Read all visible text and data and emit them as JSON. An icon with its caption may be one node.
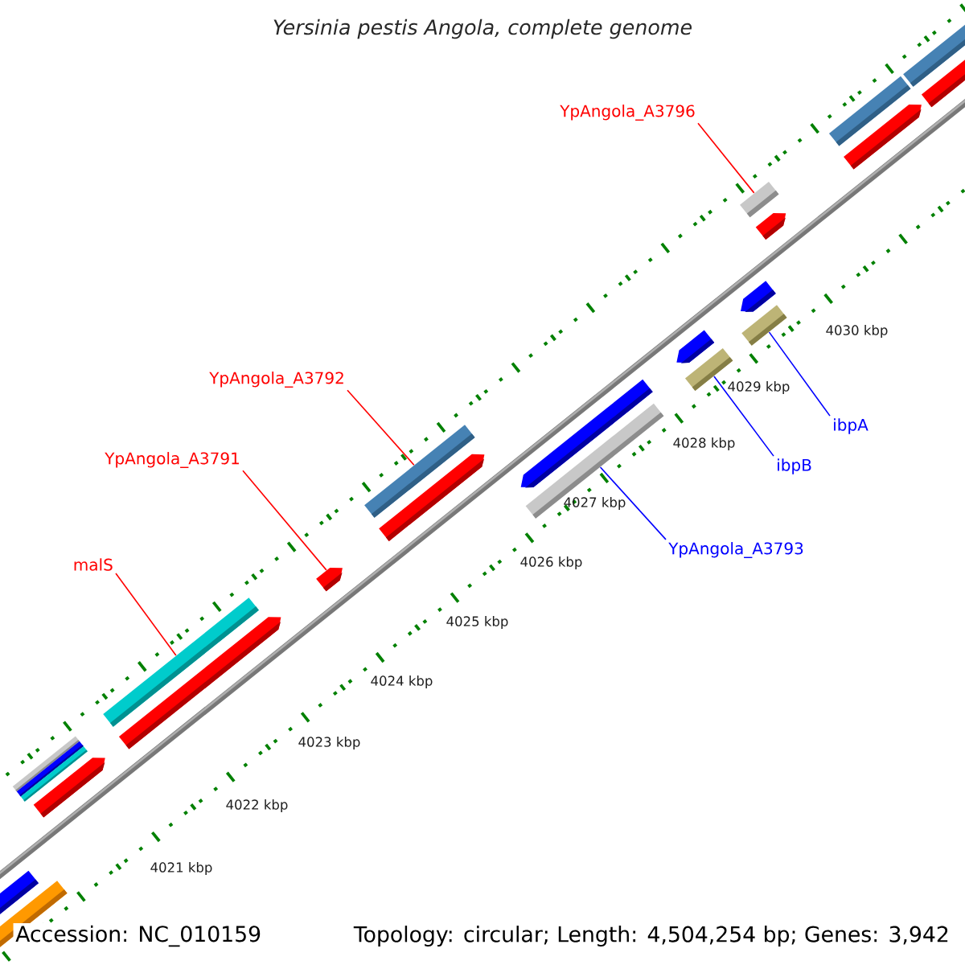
{
  "diagram": {
    "title": "Yersinia pestis Angola, complete genome",
    "nodes": [
      {
        "text": [
          "YpAngola_A3796"
        ]
      },
      {
        "text": [],
        "shape": "bar"
      },
      {
        "text": [
          "YpAngola_A3792"
        ]
      },
      {
        "text": [],
        "shape": "bar"
      },
      {
        "text": [
          "YpAngola_A3791"
        ]
      },
      {
        "text": [],
        "shape": "bar"
      },
      {
        "text": [
          "malS"
        ]
      },
      {
        "text": [],
        "shape": "bar"
      },
      {
        "text": [
          "YpAngola_A3793"
        ]
      },
      {
        "text": [],
        "shape": "bar"
      },
      {
        "text": [
          "ibpB"
        ]
      },
      {
        "text": [],
        "shape": "bar"
      },
      {
        "text": [
          "ibpA"
        ]
      },
      {
        "text": [],
        "shape": "bar"
      },
      {
        "text": [],
        "shape": "bar"
      }
    ],
    "edges": [
      {
        "from": 0,
        "to": 1,
        "arrow": "none"
      },
      {
        "from": 2,
        "to": 3,
        "arrow": "none"
      },
      {
        "from": 4,
        "to": 5,
        "arrow": "none"
      },
      {
        "from": 6,
        "to": 7,
        "arrow": "none"
      },
      {
        "from": 8,
        "to": 9,
        "arrow": "none",
        "color": "#0000ff"
      },
      {
        "from": 10,
        "to": 11,
        "arrow": "none",
        "color": "#0000ff"
      },
      {
        "from": 12,
        "to": 13,
        "arrow": "none",
        "color": "#0000ff"
      }
    ],
    "labels": [
      "4030 kbp",
      "4029 kbp",
      "4028 kbp",
      "4027 kbp",
      "4026 kbp",
      "4025 kbp",
      "4024 kbp",
      "4023 kbp",
      "4022 kbp",
      "4021 kbp",
      "Accession: NC_010159",
      "Topology: circular; Length: 4,504,254 bp; Genes: 3,942"
    ]
  }
}
